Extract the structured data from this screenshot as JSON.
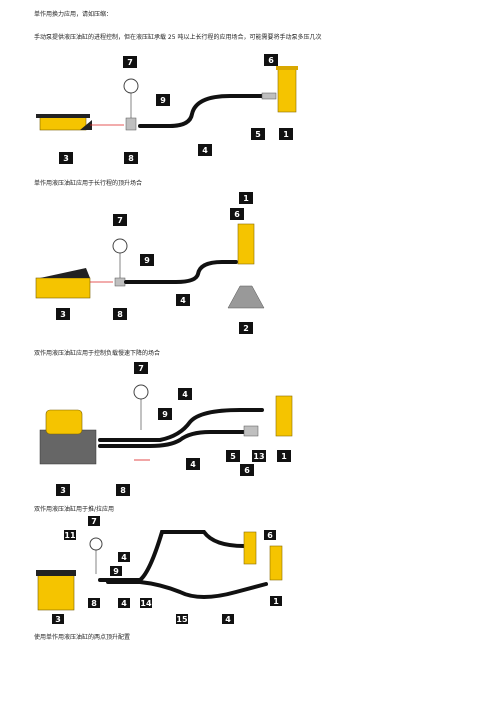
{
  "header": {
    "line1": "单作用换力应用，请如压缩：",
    "line2": "手动泵提供液压油缸的进程控制，但在液压缸承载 25 吨以上长行程的应用场合，可能需要将手动泵多压几次"
  },
  "captions": [
    "单作用液压油缸应用于长行程的顶升场合",
    "双作用液压油缸应用于控制负载慢速下降的场合",
    "双作用液压油缸用于推/拉应用",
    "使用单作用液压油缸的两点顶升配置"
  ],
  "diagrams": [
    {
      "labels": [
        "7",
        "6",
        "9",
        "5",
        "1",
        "3",
        "8",
        "4"
      ]
    },
    {
      "labels": [
        "1",
        "6",
        "7",
        "9",
        "4",
        "3",
        "8",
        "2"
      ]
    },
    {
      "labels": [
        "7",
        "4",
        "9",
        "5",
        "13",
        "6",
        "1",
        "3",
        "8",
        "4"
      ]
    },
    {
      "labels": [
        "7",
        "11",
        "4",
        "9",
        "6",
        "3",
        "8",
        "4",
        "14",
        "15",
        "4",
        "1"
      ]
    }
  ],
  "colors": {
    "cylinder": "#f5c400",
    "hose": "#111111",
    "tag": "#111111",
    "arrow": "#d22222"
  }
}
